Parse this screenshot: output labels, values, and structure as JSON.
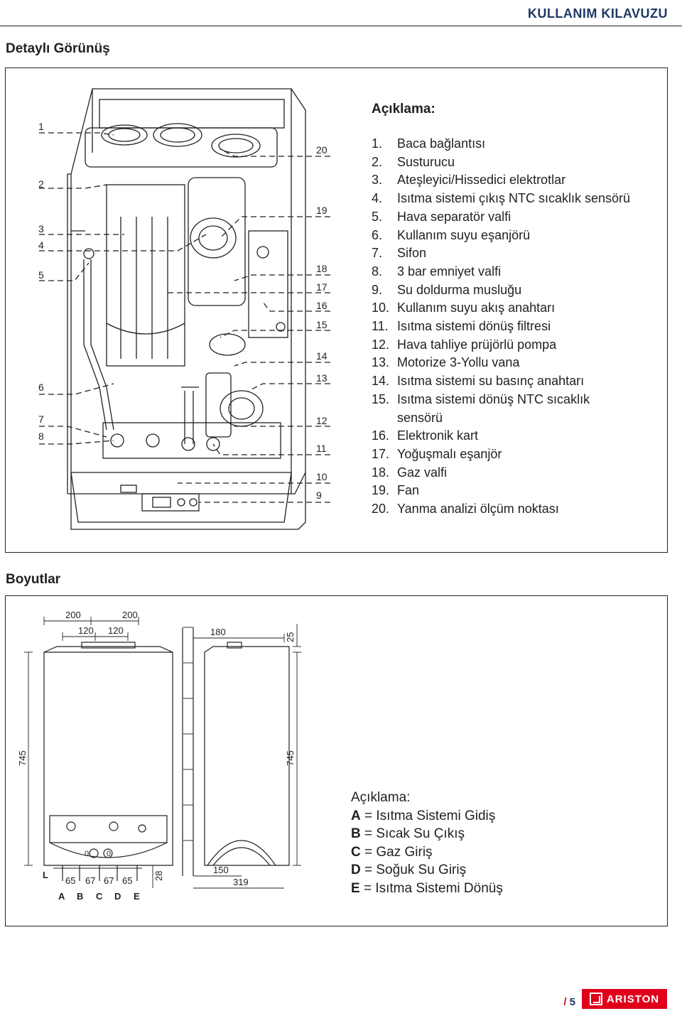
{
  "header": {
    "title": "KULLANIM KILAVUZU"
  },
  "detail": {
    "title": "Detaylı Görünüş",
    "legend_title": "Açıklama:",
    "items": [
      {
        "n": "1.",
        "text": "Baca bağlantısı"
      },
      {
        "n": "2.",
        "text": "Susturucu"
      },
      {
        "n": "3.",
        "text": "Ateşleyici/Hissedici elektrotlar"
      },
      {
        "n": "4.",
        "text": "Isıtma sistemi çıkış NTC sıcaklık sensörü"
      },
      {
        "n": "5.",
        "text": "Hava separatör valfi"
      },
      {
        "n": "6.",
        "text": "Kullanım suyu eşanjörü"
      },
      {
        "n": "7.",
        "text": "Sifon"
      },
      {
        "n": "8.",
        "text": "3 bar emniyet valfi"
      },
      {
        "n": "9.",
        "text": "Su doldurma musluğu"
      },
      {
        "n": "10.",
        "text": "Kullanım suyu akış anahtarı"
      },
      {
        "n": "11.",
        "text": "Isıtma sistemi dönüş filtresi"
      },
      {
        "n": "12.",
        "text": "Hava tahliye prüjörlü pompa"
      },
      {
        "n": "13.",
        "text": "Motorize 3-Yollu vana"
      },
      {
        "n": "14.",
        "text": "Isıtma sistemi su basınç anahtarı"
      },
      {
        "n": "15.",
        "text": "Isıtma sistemi dönüş NTC sıcaklık"
      },
      {
        "n": "",
        "text": "sensörü"
      },
      {
        "n": "16.",
        "text": "Elektronik kart"
      },
      {
        "n": "17.",
        "text": "Yoğuşmalı eşanjör"
      },
      {
        "n": "18.",
        "text": "Gaz valfi"
      },
      {
        "n": "19.",
        "text": "Fan"
      },
      {
        "n": "20.",
        "text": "Yanma analizi ölçüm noktası"
      }
    ],
    "left_callouts": [
      "1",
      "2",
      "3",
      "4",
      "5",
      "6",
      "7",
      "8"
    ],
    "right_callouts": [
      "20",
      "19",
      "18",
      "17",
      "16",
      "15",
      "14",
      "13",
      "12",
      "11",
      "10",
      "9"
    ]
  },
  "dimensions": {
    "title": "Boyutlar",
    "labels": {
      "top_200_a": "200",
      "top_200_b": "200",
      "top_120_a": "120",
      "top_120_b": "120",
      "side_180": "180",
      "side_25": "25",
      "height_front": "745",
      "height_side": "745",
      "bottom_65_a": "65",
      "bottom_67_a": "67",
      "bottom_67_b": "67",
      "bottom_65_b": "65",
      "bottom_28": "28",
      "side_150": "150",
      "side_319": "319",
      "small_0": "0",
      "small_20": "0",
      "mark_l": "L",
      "conn_a": "A",
      "conn_b": "B",
      "conn_c": "C",
      "conn_d": "D",
      "conn_e": "E"
    },
    "legend_title": "Açıklama:",
    "legend": [
      {
        "key": "A",
        "text": " = Isıtma Sistemi Gidiş"
      },
      {
        "key": "B",
        "text": " = Sıcak Su Çıkış"
      },
      {
        "key": "C",
        "text": " = Gaz Giriş"
      },
      {
        "key": "D",
        "text": " = Soğuk Su Giriş"
      },
      {
        "key": "E",
        "text": " = Isıtma Sistemi Dönüş"
      }
    ]
  },
  "footer": {
    "slash": "/",
    "page": "5",
    "brand": "ARISTON"
  },
  "colors": {
    "accent": "#1f3864",
    "brand": "#e0001b",
    "ink": "#231f20"
  }
}
